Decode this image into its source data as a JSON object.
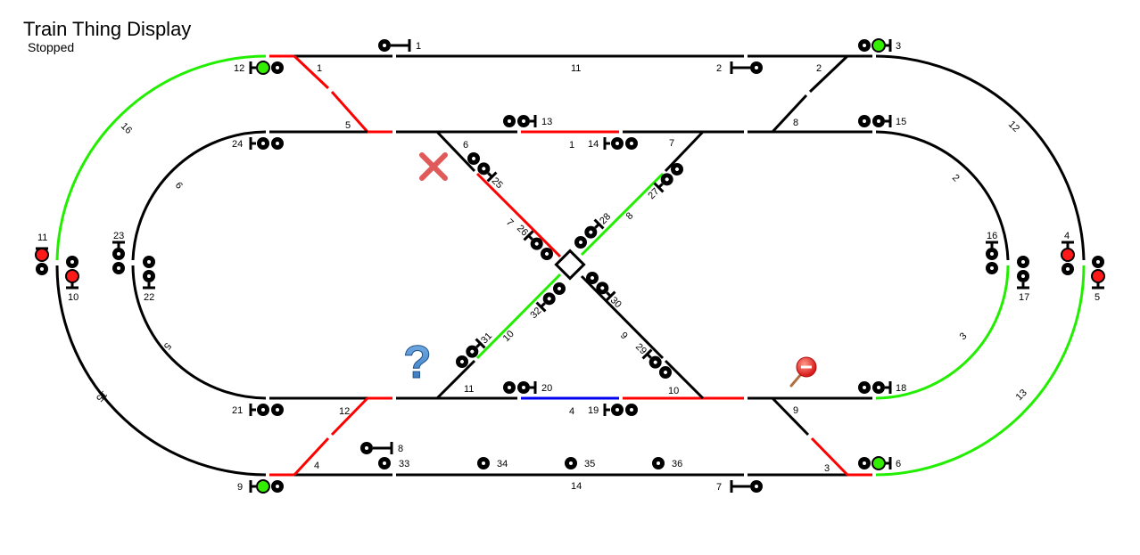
{
  "app": {
    "title": "Train Thing Display",
    "status": "Stopped"
  },
  "colors": {
    "track": "#000000",
    "red": "#ff0000",
    "green": "#22ee00",
    "blue": "#0000ee",
    "signal_red": "#ff1a1a",
    "signal_green": "#33ee00"
  },
  "segments": [
    {
      "id": "s-top-a",
      "label": "1",
      "color": "black"
    },
    {
      "id": "s-top",
      "label": "11",
      "color": "black"
    },
    {
      "id": "s-top-b",
      "label": "2",
      "color": "black"
    },
    {
      "id": "s-diag1",
      "label": "1",
      "color": "red"
    },
    {
      "id": "s-5",
      "label": "5",
      "color": "black"
    },
    {
      "id": "s-mid-top",
      "label": "1",
      "color": "red"
    },
    {
      "id": "s-7",
      "label": "7",
      "color": "black"
    },
    {
      "id": "s-8",
      "label": "8",
      "color": "black"
    },
    {
      "id": "s-6",
      "label": "6",
      "color": "black"
    },
    {
      "id": "s-7d",
      "label": "7",
      "color": "red"
    },
    {
      "id": "s-8d",
      "label": "8",
      "color": "green"
    },
    {
      "id": "s-9",
      "label": "9",
      "color": "black"
    },
    {
      "id": "s-10d",
      "label": "10",
      "color": "green"
    },
    {
      "id": "s-11",
      "label": "11",
      "color": "black"
    },
    {
      "id": "s-4",
      "label": "4",
      "color": "blue"
    },
    {
      "id": "s-10",
      "label": "10",
      "color": "red"
    },
    {
      "id": "s-12",
      "label": "12",
      "color": "red"
    },
    {
      "id": "s-4b",
      "label": "4",
      "color": "red"
    },
    {
      "id": "s-14",
      "label": "14",
      "color": "black"
    },
    {
      "id": "s-3",
      "label": "3",
      "color": "red"
    },
    {
      "id": "s-9r",
      "label": "9",
      "color": "black"
    },
    {
      "id": "s-16",
      "label": "16",
      "color": "green"
    },
    {
      "id": "s-15",
      "label": "15",
      "color": "black"
    },
    {
      "id": "s-6l",
      "label": "6",
      "color": "black"
    },
    {
      "id": "s-5l",
      "label": "5",
      "color": "black"
    },
    {
      "id": "s-12r",
      "label": "12",
      "color": "black"
    },
    {
      "id": "s-13",
      "label": "13",
      "color": "green"
    },
    {
      "id": "s-2r",
      "label": "2",
      "color": "black"
    },
    {
      "id": "s-3r",
      "label": "3",
      "color": "green"
    }
  ],
  "signals": [
    {
      "id": "sig-1",
      "label": "1"
    },
    {
      "id": "sig-2",
      "label": "2"
    },
    {
      "id": "sig-3",
      "label": "3"
    },
    {
      "id": "sig-4",
      "label": "4"
    },
    {
      "id": "sig-5",
      "label": "5"
    },
    {
      "id": "sig-6",
      "label": "6"
    },
    {
      "id": "sig-7",
      "label": "7"
    },
    {
      "id": "sig-8",
      "label": "8"
    },
    {
      "id": "sig-9",
      "label": "9"
    },
    {
      "id": "sig-10",
      "label": "10"
    },
    {
      "id": "sig-11",
      "label": "11"
    },
    {
      "id": "sig-12",
      "label": "12"
    },
    {
      "id": "sig-13",
      "label": "13"
    },
    {
      "id": "sig-14",
      "label": "14"
    },
    {
      "id": "sig-15",
      "label": "15"
    },
    {
      "id": "sig-16",
      "label": "16"
    },
    {
      "id": "sig-17",
      "label": "17"
    },
    {
      "id": "sig-18",
      "label": "18"
    },
    {
      "id": "sig-19",
      "label": "19"
    },
    {
      "id": "sig-20",
      "label": "20"
    },
    {
      "id": "sig-21",
      "label": "21"
    },
    {
      "id": "sig-22",
      "label": "22"
    },
    {
      "id": "sig-23",
      "label": "23"
    },
    {
      "id": "sig-24",
      "label": "24"
    },
    {
      "id": "sig-25",
      "label": "25"
    },
    {
      "id": "sig-26",
      "label": "26"
    },
    {
      "id": "sig-27",
      "label": "27"
    },
    {
      "id": "sig-28",
      "label": "28"
    },
    {
      "id": "sig-29",
      "label": "29"
    },
    {
      "id": "sig-30",
      "label": "30"
    },
    {
      "id": "sig-31",
      "label": "31"
    },
    {
      "id": "sig-32",
      "label": "32"
    },
    {
      "id": "sig-33",
      "label": "33"
    },
    {
      "id": "sig-34",
      "label": "34"
    },
    {
      "id": "sig-35",
      "label": "35"
    },
    {
      "id": "sig-36",
      "label": "36"
    }
  ],
  "markers": {
    "x_icon": "close-x-icon",
    "question_icon": "question-mark-icon",
    "pin_icon": "map-pin-minus-icon"
  }
}
